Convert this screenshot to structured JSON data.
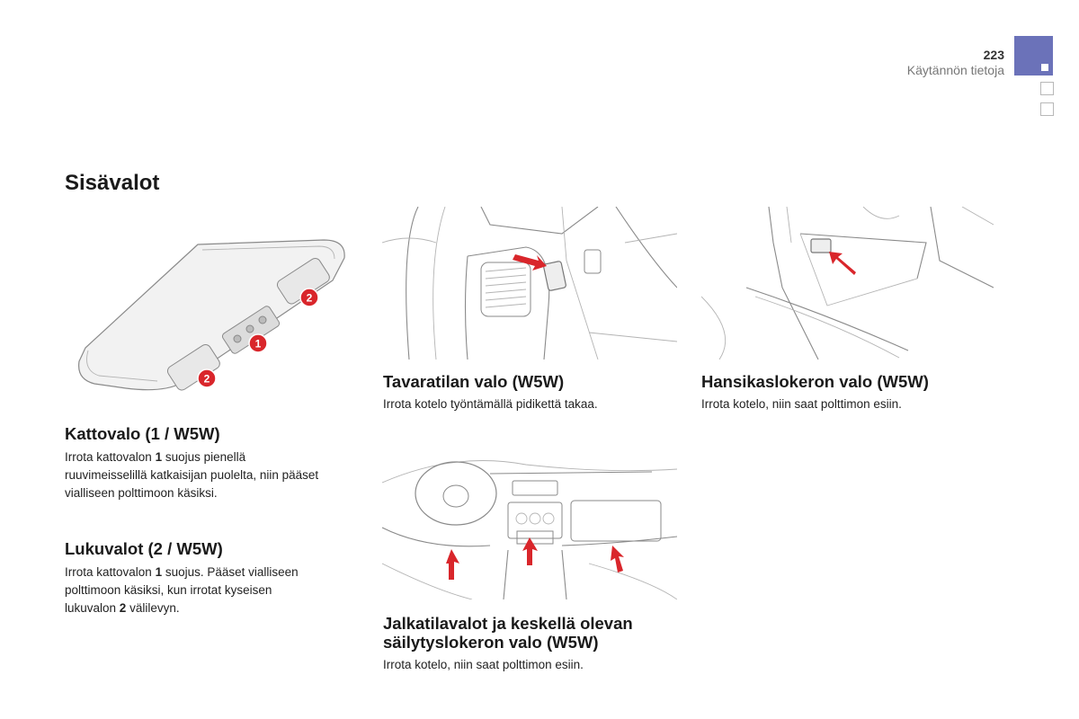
{
  "header": {
    "page_number": "223",
    "chapter_title": "Käytännön tietoja",
    "tab_color": "#6b72b9",
    "accent_red": "#d9262b"
  },
  "section_title": "Sisävalot",
  "figures": {
    "ceiling_light": {
      "callout_1": "1",
      "callout_2a": "2",
      "callout_2b": "2"
    }
  },
  "blocks": {
    "kattovalo": {
      "heading": "Kattovalo (1 / W5W)",
      "line1_a": "Irrota kattovalon ",
      "line1_bold": "1",
      "line1_b": " suojus pienellä",
      "line2": "ruuvimeisselillä katkaisijan puolelta, niin pääset",
      "line3": "vialliseen polttimoon käsiksi."
    },
    "lukuvalot": {
      "heading": "Lukuvalot (2 / W5W)",
      "line1_a": "Irrota kattovalon ",
      "line1_bold": "1",
      "line1_b": " suojus. Pääset vialliseen",
      "line2": "polttimoon käsiksi, kun irrotat kyseisen",
      "line3_a": "lukuvalon ",
      "line3_bold": "2",
      "line3_b": " välilevyn."
    },
    "tavaratila": {
      "heading": "Tavaratilan valo (W5W)",
      "text": "Irrota kotelo työntämällä pidikettä takaa."
    },
    "hansikas": {
      "heading": "Hansikaslokeron valo (W5W)",
      "text": "Irrota kotelo, niin saat polttimon esiin."
    },
    "jalkatila": {
      "heading_line1": "Jalkatilavalot ja keskellä olevan",
      "heading_line2": "säilytyslokeron valo (W5W)",
      "text": "Irrota kotelo, niin saat polttimon esiin."
    }
  }
}
